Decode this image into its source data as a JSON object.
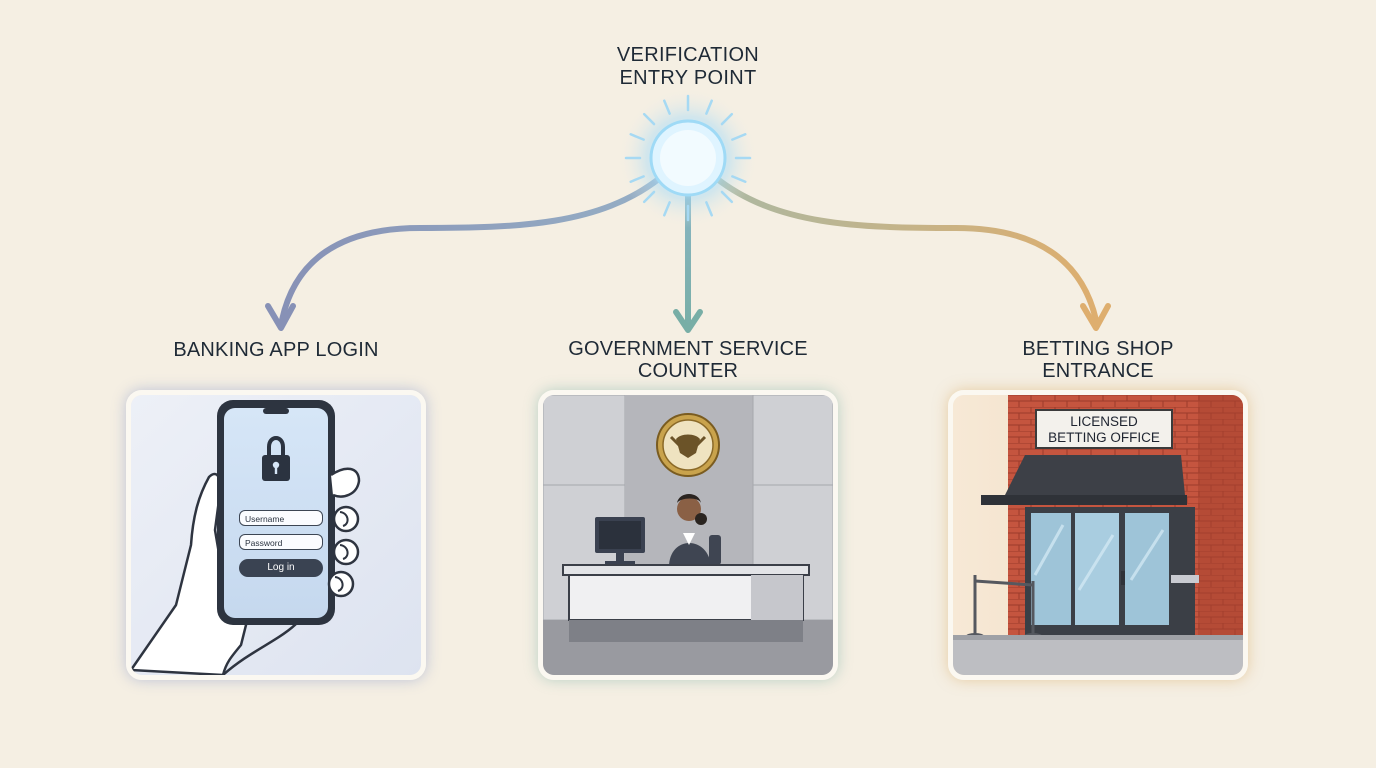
{
  "hub": {
    "label_line1": "VERIFICATION",
    "label_line2": "ENTRY POINT"
  },
  "branches": [
    {
      "label_lines": [
        "BANKING APP LOGIN"
      ],
      "arrow_color": "#8a9bc0"
    },
    {
      "label_lines": [
        "GOVERNMENT SERVICE",
        "COUNTER"
      ],
      "arrow_color": "#7fb1ad"
    },
    {
      "label_lines": [
        "BETTING SHOP",
        "ENTRANCE"
      ],
      "arrow_color": "#d9ad70"
    }
  ],
  "banking_card": {
    "username_placeholder": "Username",
    "password_placeholder": "Password",
    "login_button": "Log in"
  },
  "betting_card": {
    "sign_line1": "LICENSED",
    "sign_line2": "BETTING OFFICE"
  },
  "colors": {
    "background": "#f5efe3",
    "hub_glow": "#bfe6fb",
    "text": "#1f2a36"
  }
}
